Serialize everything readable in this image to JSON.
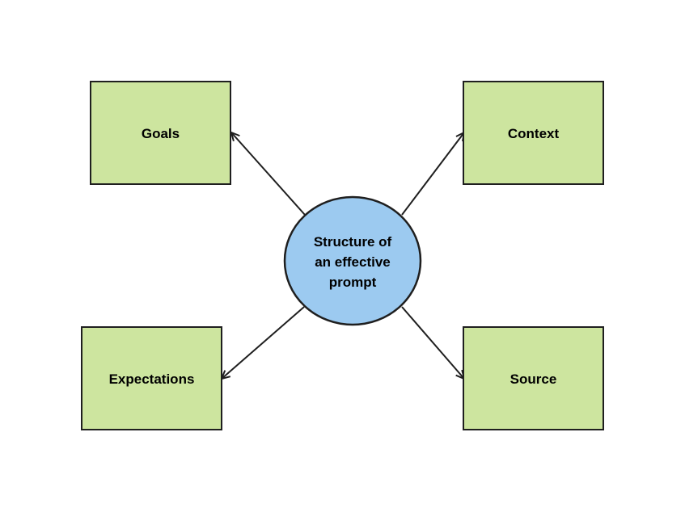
{
  "diagram": {
    "center": {
      "lines": [
        "Structure of",
        "an effective",
        "prompt"
      ],
      "fill": "#9ccaf0"
    },
    "box_fill": "#cde59f",
    "stroke_color": "#1f1f1f",
    "nodes": {
      "goals": "Goals",
      "context": "Context",
      "expectations": "Expectations",
      "source": "Source"
    }
  }
}
